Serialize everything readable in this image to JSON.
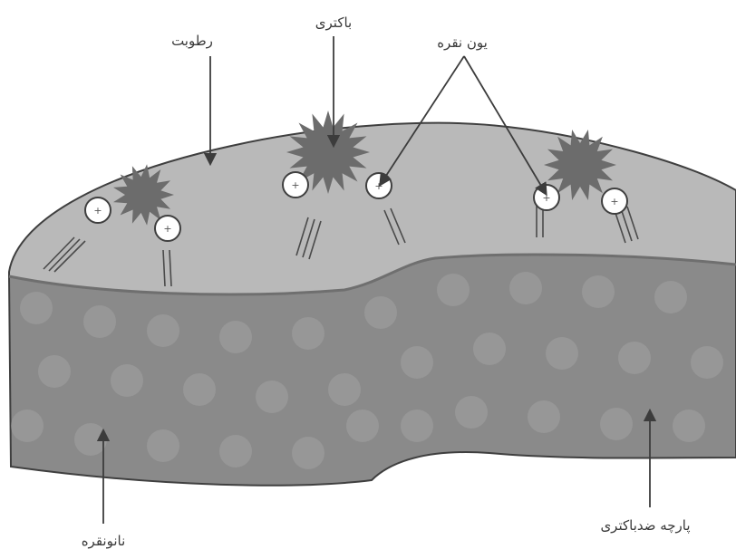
{
  "labels": {
    "moisture": "رطوبت",
    "bacteria": "باکتری",
    "silver_ions": "یون نقره",
    "nanosilver": "نانونقره",
    "fabric": "پارچه ضدباکتری"
  },
  "colors": {
    "top_surface": "#b9b9b9",
    "fabric_side": "#8a8a8a",
    "fabric_spots": "#a3a3a3",
    "bacteria": "#6c6c6c",
    "outline": "#3f3f3f",
    "ion_fill": "#ffffff",
    "arrow": "#3c3c3c"
  },
  "icons": {
    "bacteria": "bacteria-burst-icon",
    "ion": "silver-ion-icon",
    "ion_mark": "+"
  }
}
